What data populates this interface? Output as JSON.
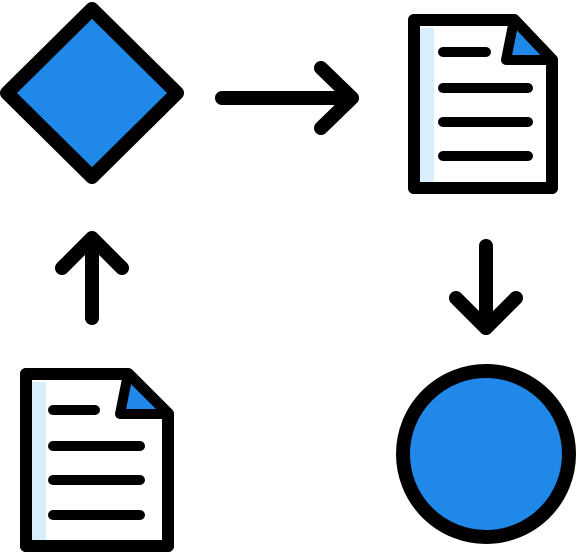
{
  "diagram": {
    "nodes": [
      {
        "id": "decision",
        "shape": "diamond",
        "icon": "decision-diamond-icon"
      },
      {
        "id": "document_top",
        "shape": "document",
        "icon": "document-icon"
      },
      {
        "id": "document_bottom",
        "shape": "document",
        "icon": "document-icon"
      },
      {
        "id": "terminal",
        "shape": "circle",
        "icon": "circle-node-icon"
      }
    ],
    "edges": [
      {
        "from": "document_bottom",
        "to": "decision",
        "direction": "up"
      },
      {
        "from": "decision",
        "to": "document_top",
        "direction": "right"
      },
      {
        "from": "document_top",
        "to": "terminal",
        "direction": "down"
      }
    ]
  },
  "colors": {
    "fill_blue": "#1f88e8",
    "outline": "#000000",
    "page_shadow": "#d9eefb",
    "page_white": "#ffffff"
  }
}
